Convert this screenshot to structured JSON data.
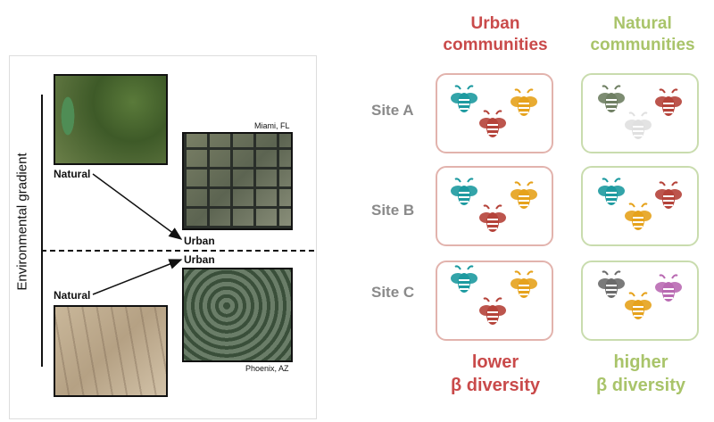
{
  "left_panel": {
    "axis_label": "Environmental gradient",
    "natural_label_1": "Natural",
    "urban_label_1": "Urban",
    "urban_label_2": "Urban",
    "natural_label_2": "Natural",
    "city_1": "Miami, FL",
    "city_2": "Phoenix, AZ"
  },
  "right_panel": {
    "urban_header": "Urban\ncommunities",
    "natural_header": "Natural\ncommunities",
    "rows": [
      "Site A",
      "Site B",
      "Site C"
    ],
    "urban_footer": "lower\nβ diversity",
    "natural_footer": "higher\nβ diversity"
  },
  "colors": {
    "urban_text": "#c94a4a",
    "natural_text": "#a9c46a",
    "urban_box": "#e2b3ad",
    "natural_box": "#c9dcae",
    "teal": "#1d9aa0",
    "red": "#b5433a",
    "orange": "#e6a21c",
    "olive": "#6f7f63",
    "light_gray": "#e0e0e0",
    "gray": "#6b6b6b",
    "magenta": "#b96ab2"
  }
}
